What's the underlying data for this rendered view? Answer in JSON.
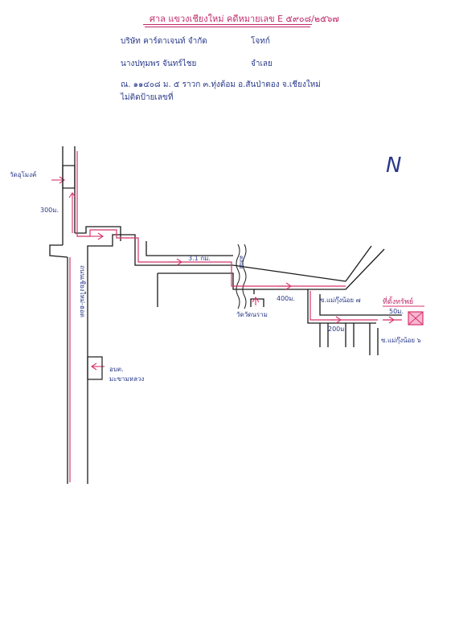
{
  "header": {
    "title": "ศาล แขวงเชียงใหม่ คดีหมายเลข E ๕๙๐๘/๒๕๖๗",
    "party1_name": "บริษัท คาร์ดาเจนท์ จำกัด",
    "party1_role": "โจทก์",
    "party2_name": "นางปทุมพร จันทร์ไชย",
    "party2_role": "จำเลย",
    "address_line1": "ณ. ๑๑๔๐๘ ม. ๕ ราวก ๓.ทุ่งต้อม อ.สันป่าตอง จ.เชียงใหม่",
    "address_line2": "ไม่ติดป้ายเลขที่"
  },
  "map": {
    "north_mark": "N",
    "labels": {
      "temple_top": "วัดอุโมงค์",
      "dist_300": "300ม.",
      "dist_3km": "3.1 กม.",
      "road_vertical": "ถนนเชียงใหม่-ฮอด",
      "canal": "คลอง",
      "dist_400": "400ม.",
      "temple_mid": "วัดวัดนราม",
      "soi_7": "ซ.แม่กุ๊งน้อย ๗",
      "dist_50": "50ม.",
      "destination": "ที่ตั้งทรัพย์",
      "dist_200": "200ม.",
      "soi_6": "ซ.แม่กุ๊งน้อย ๖",
      "tambon_office": "อบต.",
      "tambon_name": "มะขามหลวง"
    }
  }
}
